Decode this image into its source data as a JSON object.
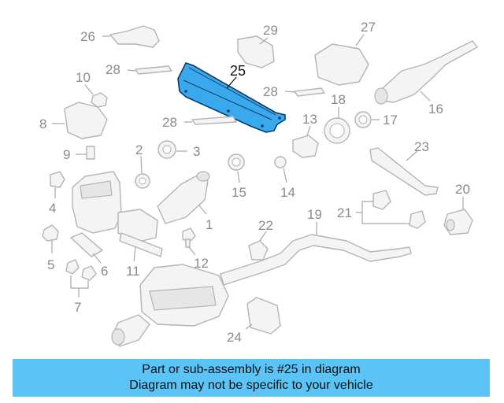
{
  "colors": {
    "banner_bg": "#5bc3f5",
    "highlight_part": "#3aa8ec",
    "line_art": "#b4b4b4",
    "callout_text": "#8a8a8a"
  },
  "diagram": {
    "highlighted_callout": "25",
    "callouts": {
      "c1": "1",
      "c2": "2",
      "c3": "3",
      "c4": "4",
      "c5": "5",
      "c6": "6",
      "c7": "7",
      "c8": "8",
      "c9": "9",
      "c10": "10",
      "c11": "11",
      "c12": "12",
      "c13": "13",
      "c14": "14",
      "c15": "15",
      "c16": "16",
      "c17": "17",
      "c18": "18",
      "c19": "19",
      "c20": "20",
      "c21": "21",
      "c22": "22",
      "c23": "23",
      "c24": "24",
      "c25": "25",
      "c26": "26",
      "c27": "27",
      "c28a": "28",
      "c28b": "28",
      "c28c": "28",
      "c29": "29"
    }
  },
  "banner": {
    "line1": "Part or sub-assembly is #25 in diagram",
    "line2": "Diagram may not be specific to your vehicle"
  }
}
